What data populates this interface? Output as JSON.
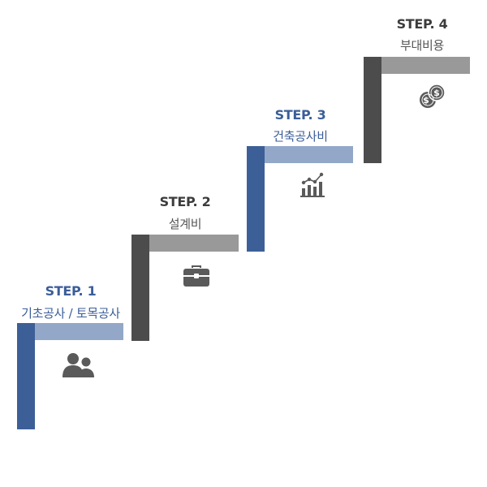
{
  "colors": {
    "blue_dark": "#3c5f98",
    "blue_light": "#93a8c8",
    "gray_dark": "#4c4c4c",
    "gray_light": "#999999",
    "blue_text": "#3b5e98",
    "gray_text": "#3c3c3c",
    "sub_gray_text": "#555555",
    "icon_gray": "#5a5a5a"
  },
  "steps": [
    {
      "title": "STEP. 1",
      "subtitle": "기초공사 / 토목공사",
      "icon": "people-icon",
      "theme": "blue"
    },
    {
      "title": "STEP. 2",
      "subtitle": "설계비",
      "icon": "briefcase-icon",
      "theme": "gray"
    },
    {
      "title": "STEP. 3",
      "subtitle": "건축공사비",
      "icon": "growth-chart-icon",
      "theme": "blue"
    },
    {
      "title": "STEP. 4",
      "subtitle": "부대비용",
      "icon": "coins-icon",
      "theme": "gray"
    }
  ]
}
